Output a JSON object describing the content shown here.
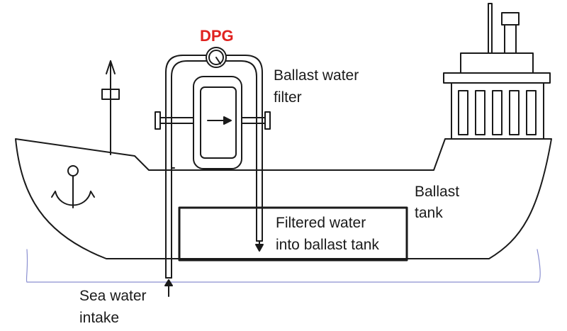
{
  "labels": {
    "dpg": "DPG",
    "ballast_filter_line1": "Ballast water",
    "ballast_filter_line2": "filter",
    "ballast_tank_line1": "Ballast",
    "ballast_tank_line2": "tank",
    "filtered_line1": "Filtered water",
    "filtered_line2": "into ballast tank",
    "intake_line1": "Sea water",
    "intake_line2": "intake"
  },
  "colors": {
    "outline": "#1a1a1a",
    "dpg": "#e0221f",
    "waterline": "#8a8fd0"
  },
  "icons": [
    "anchor-icon",
    "pressure-gauge-icon",
    "flow-arrow-icon",
    "intake-arrow-icon",
    "outflow-arrow-icon"
  ]
}
